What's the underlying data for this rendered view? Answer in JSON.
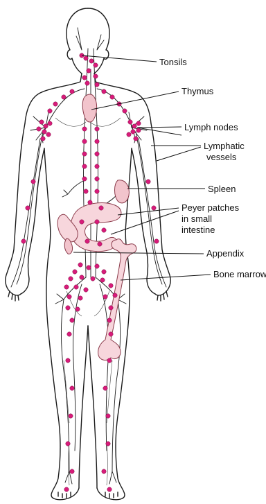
{
  "diagram": {
    "colors": {
      "node": "#d81b7a",
      "organ_fill": "#f2c4cc",
      "organ_stroke": "#8a3a4a",
      "bone_fill": "#f7d6dc",
      "line": "#111111"
    },
    "labels": {
      "tonsils": "Tonsils",
      "thymus": "Thymus",
      "lymph_nodes": "Lymph nodes",
      "lymphatic_vessels_1": "Lymphatic",
      "lymphatic_vessels_2": "vessels",
      "spleen": "Spleen",
      "peyer_1": "Peyer patches",
      "peyer_2": "in small",
      "peyer_3": "intestine",
      "appendix": "Appendix",
      "bone_marrow": "Bone marrow"
    }
  }
}
